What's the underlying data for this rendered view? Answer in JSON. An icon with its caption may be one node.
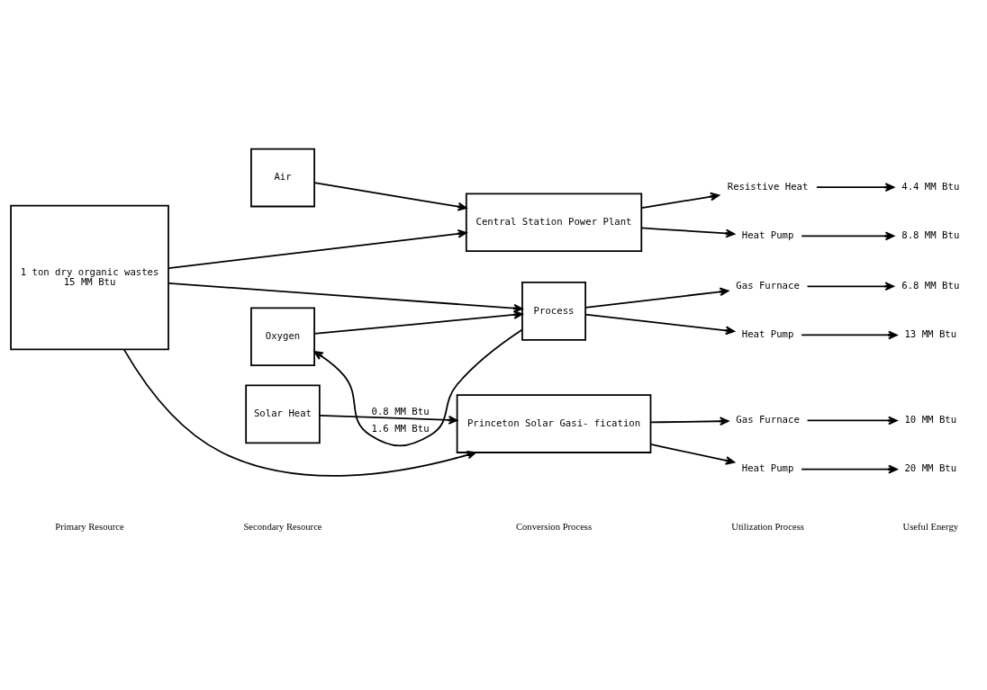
{
  "diagram": {
    "nodes": [
      {
        "text": [
          "1 ton dry organic wastes",
          "15 MM Btu"
        ]
      },
      {
        "text": [
          "Air"
        ]
      },
      {
        "text": [
          "Oxygen"
        ]
      },
      {
        "text": [
          "Solar Heat"
        ]
      },
      {
        "text": [
          "Central Station Power Plant"
        ]
      },
      {
        "text": [
          "Process"
        ]
      },
      {
        "text": [
          "Princeton Solar Gasi- fication"
        ]
      },
      {
        "text": [
          "Resistive Heat"
        ]
      },
      {
        "text": [
          "Heat Pump"
        ]
      },
      {
        "text": [
          "Gas Furnace"
        ]
      },
      {
        "text": [
          "Heat Pump"
        ]
      },
      {
        "text": [
          "Gas Furnace"
        ]
      },
      {
        "text": [
          "Heat Pump"
        ]
      },
      {
        "text": [
          "4.4 MM Btu"
        ]
      },
      {
        "text": [
          "8.8 MM Btu"
        ]
      },
      {
        "text": [
          "6.8 MM Btu"
        ]
      },
      {
        "text": [
          "13 MM Btu"
        ]
      },
      {
        "text": [
          "10 MM Btu"
        ]
      },
      {
        "text": [
          "20 MM Btu"
        ]
      }
    ],
    "edges": [
      {
        "from": 0,
        "to": 4,
        "arrow": "to"
      },
      {
        "from": 1,
        "to": 4,
        "arrow": "to"
      },
      {
        "from": 4,
        "to": 7,
        "arrow": "to"
      },
      {
        "from": 4,
        "to": 8,
        "arrow": "to"
      },
      {
        "from": 7,
        "to": 13,
        "arrow": "to"
      },
      {
        "from": 8,
        "to": 14,
        "arrow": "to"
      },
      {
        "from": 0,
        "to": 5,
        "arrow": "to"
      },
      {
        "from": 2,
        "to": 5,
        "arrow": "to"
      },
      {
        "from": 5,
        "to": 2,
        "arrow": "to",
        "label": "1.6 MM Btu"
      },
      {
        "from": 5,
        "to": 9,
        "arrow": "to"
      },
      {
        "from": 5,
        "to": 10,
        "arrow": "to"
      },
      {
        "from": 9,
        "to": 15,
        "arrow": "to"
      },
      {
        "from": 10,
        "to": 16,
        "arrow": "to"
      },
      {
        "from": 0,
        "to": 6,
        "arrow": "to"
      },
      {
        "from": 3,
        "to": 6,
        "arrow": "to",
        "label": "0.8 MM Btu"
      },
      {
        "from": 6,
        "to": 11,
        "arrow": "to"
      },
      {
        "from": 6,
        "to": 12,
        "arrow": "to"
      },
      {
        "from": 11,
        "to": 17,
        "arrow": "to"
      },
      {
        "from": 12,
        "to": 18,
        "arrow": "to"
      }
    ],
    "labels": [
      "Primary Resource",
      "Secondary Resource",
      "Conversion Process",
      "Utilization Process",
      "Useful Energy"
    ]
  }
}
